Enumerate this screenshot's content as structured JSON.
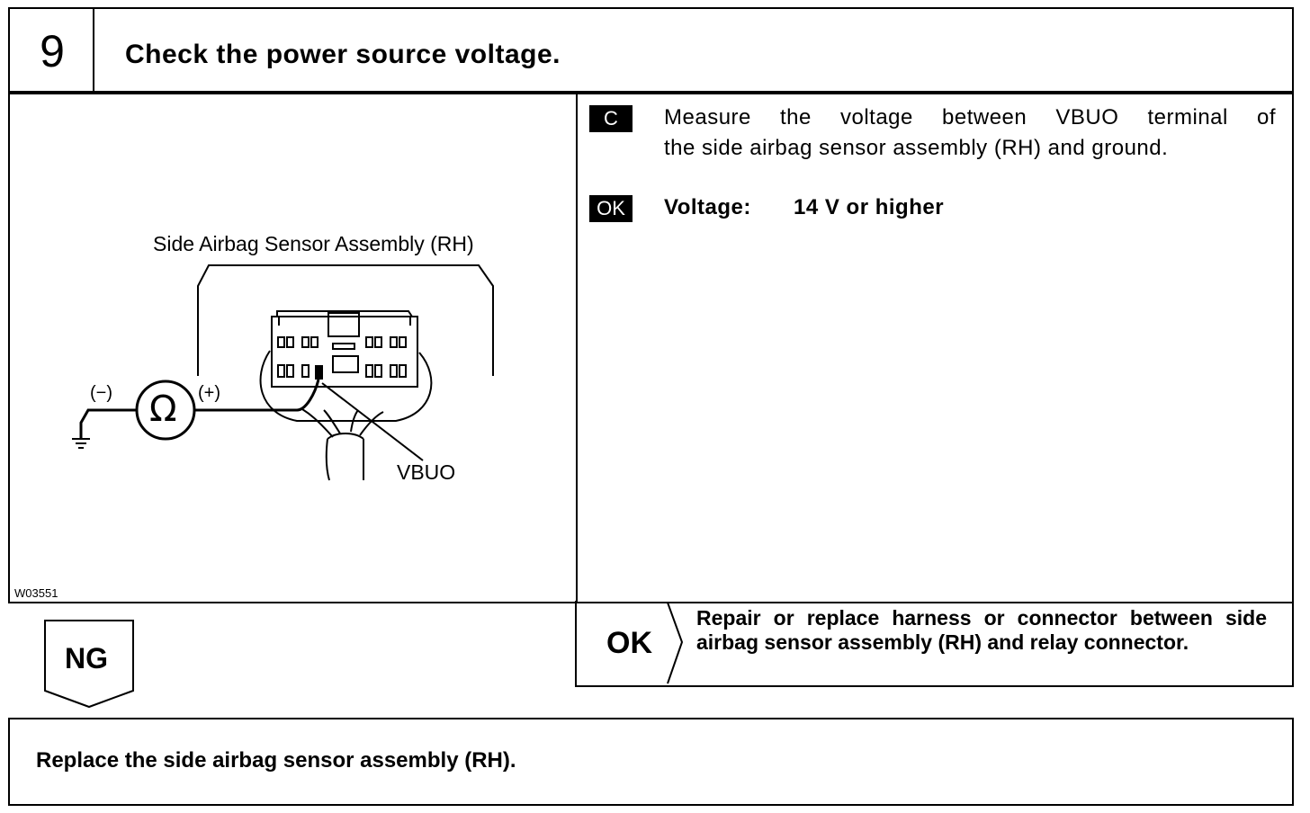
{
  "step": {
    "number": "9",
    "title": "Check the power source voltage."
  },
  "figure": {
    "label": "Side Airbag Sensor Assembly (RH)",
    "terminal_label": "VBUO",
    "minus_label": "(−)",
    "plus_label": "(+)",
    "ohm_symbol": "Ω",
    "figure_code": "W03551"
  },
  "instruction": {
    "tag": "C",
    "text_line1": "Measure the voltage between VBUO terminal of",
    "text_line2": "the side airbag sensor assembly (RH) and ground."
  },
  "result": {
    "tag": "OK",
    "label": "Voltage:",
    "value": "14 V or higher"
  },
  "ok_branch": {
    "label": "OK",
    "action": "Repair or replace harness or connector between side airbag sensor assembly (RH) and relay connector."
  },
  "ng_branch": {
    "label": "NG",
    "action": "Replace the side airbag sensor assembly (RH)."
  }
}
